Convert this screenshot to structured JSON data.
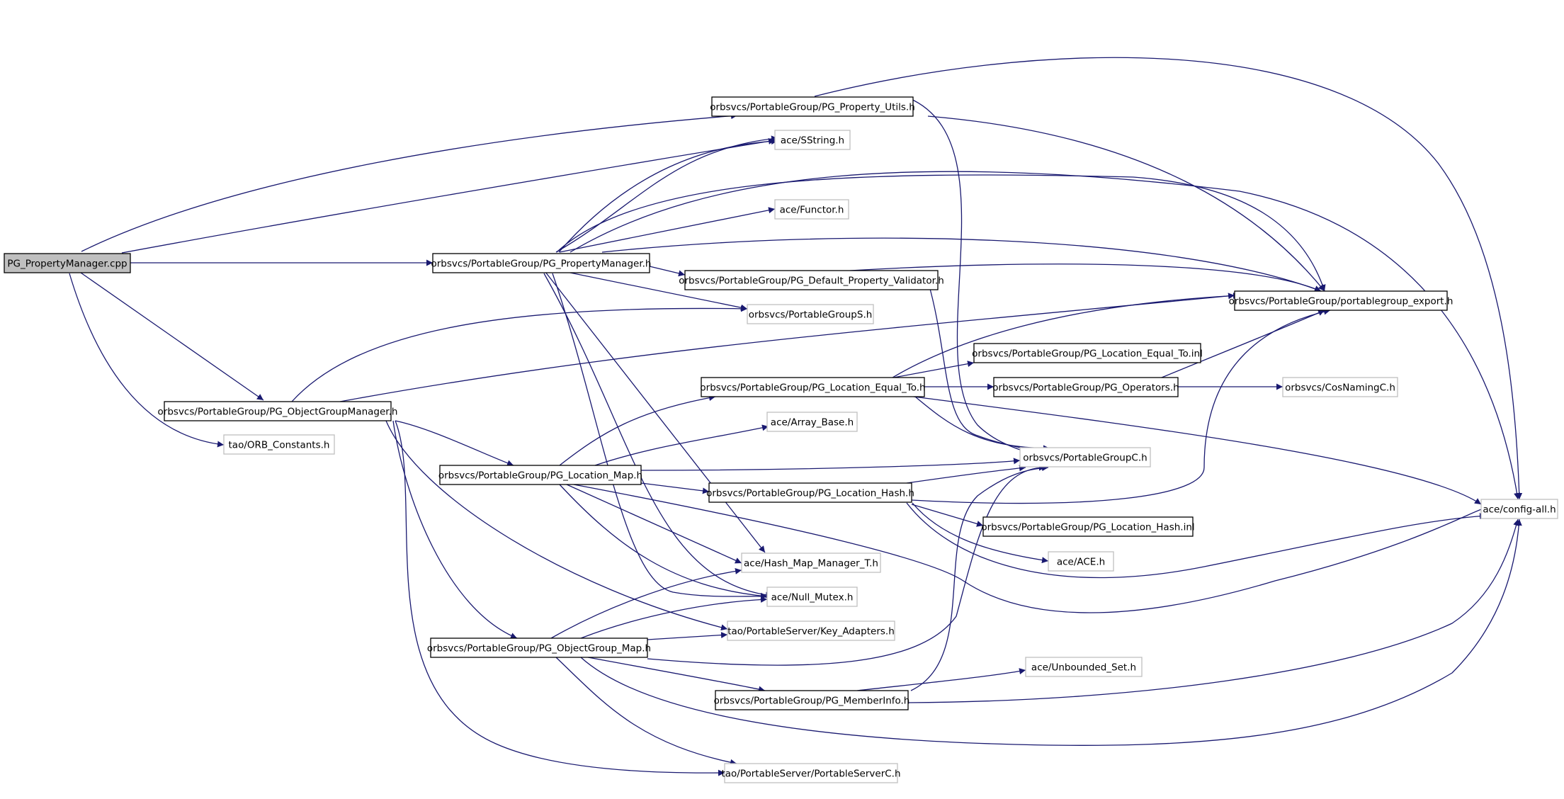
{
  "graph": {
    "root_node": "PG_PropertyManager.cpp",
    "nodes": {
      "root": "PG_PropertyManager.cpp",
      "prop_utils": "orbsvcs/PortableGroup/PG_Property_Utils.h",
      "sstring": "ace/SString.h",
      "functor": "ace/Functor.h",
      "prop_manager": "orbsvcs/PortableGroup/PG_PropertyManager.h",
      "default_validator": "orbsvcs/PortableGroup/PG_Default_Property_Validator.h",
      "export": "orbsvcs/PortableGroup/portablegroup_export.h",
      "groupS": "orbsvcs/PortableGroupS.h",
      "equal_inl": "orbsvcs/PortableGroup/PG_Location_Equal_To.inl",
      "equal_to": "orbsvcs/PortableGroup/PG_Location_Equal_To.h",
      "operators": "orbsvcs/PortableGroup/PG_Operators.h",
      "cosnaming": "orbsvcs/CosNamingC.h",
      "ogm": "orbsvcs/PortableGroup/PG_ObjectGroupManager.h",
      "orb_constants": "tao/ORB_Constants.h",
      "array_base": "ace/Array_Base.h",
      "groupC": "orbsvcs/PortableGroupC.h",
      "location_map": "orbsvcs/PortableGroup/PG_Location_Map.h",
      "location_hash": "orbsvcs/PortableGroup/PG_Location_Hash.h",
      "config_all": "ace/config-all.h",
      "hash_inl": "orbsvcs/PortableGroup/PG_Location_Hash.inl",
      "ace_h": "ace/ACE.h",
      "hash_map": "ace/Hash_Map_Manager_T.h",
      "null_mutex": "ace/Null_Mutex.h",
      "key_adapters": "tao/PortableServer/Key_Adapters.h",
      "og_map": "orbsvcs/PortableGroup/PG_ObjectGroup_Map.h",
      "unbounded_set": "ace/Unbounded_Set.h",
      "member_info": "orbsvcs/PortableGroup/PG_MemberInfo.h",
      "portable_serverC": "tao/PortableServer/PortableServerC.h"
    }
  }
}
